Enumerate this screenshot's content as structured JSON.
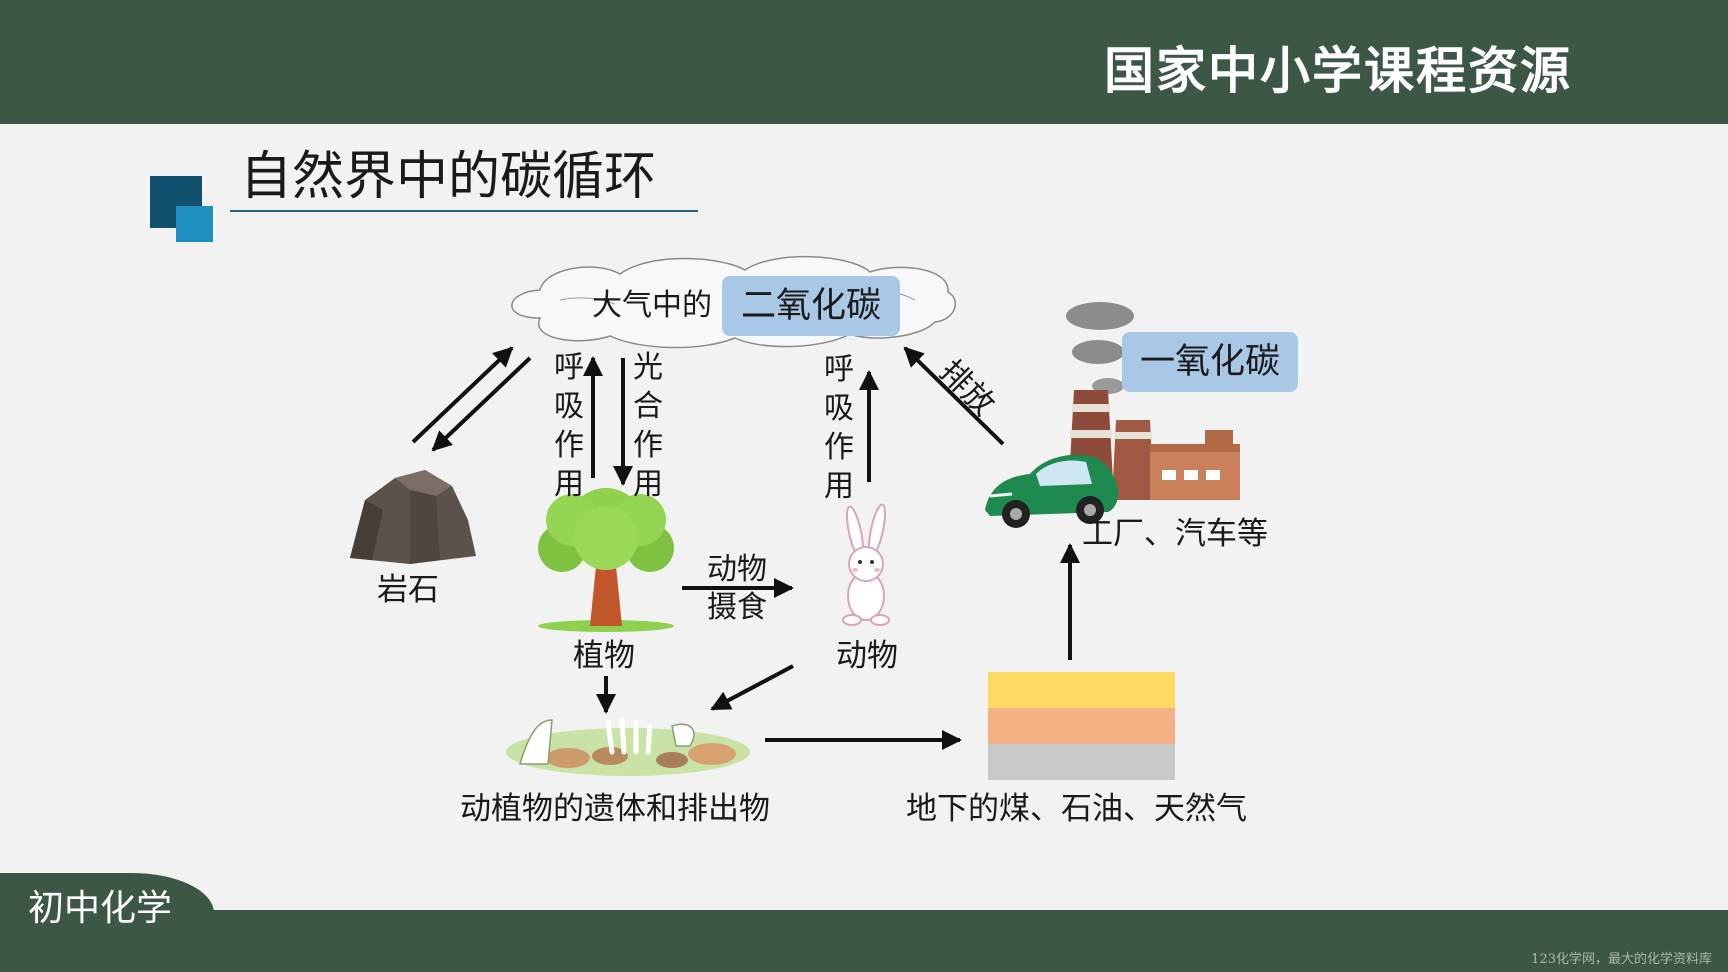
{
  "header": {
    "brand": "国家中小学课程资源"
  },
  "footer": {
    "course": "初中化学",
    "watermark": "123化学网，最大的化学资料库"
  },
  "slide": {
    "title": "自然界中的碳循环"
  },
  "diagram": {
    "atmosphere": {
      "prefix": "大气中的",
      "highlight": "二氧化碳"
    },
    "carbon_monoxide": "一氧化碳",
    "nodes": {
      "rock": "岩石",
      "plant": "植物",
      "animal": "动物",
      "remains": "动植物的遗体和排出物",
      "fossil": "地下的煤、石油、天然气",
      "industry": "工厂、汽车等"
    },
    "processes": {
      "plant_respiration": "呼吸作用",
      "photosynthesis": "光合作用",
      "animal_respiration": "呼吸作用",
      "emission": "排放",
      "feeding_line1": "动物",
      "feeding_line2": "摄食"
    },
    "colors": {
      "highlight": "#a8c8e6",
      "coal": "#ffd966",
      "oil": "#f4b183",
      "gas": "#c8c8c8"
    }
  }
}
